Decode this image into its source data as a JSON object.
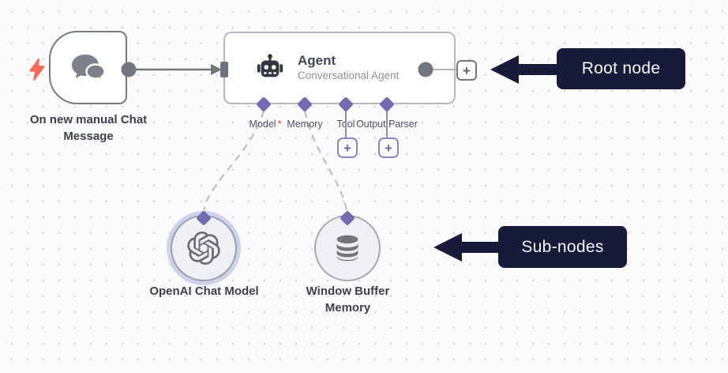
{
  "workflow": {
    "trigger_node": {
      "name": "On new manual Chat Message"
    },
    "agent_node": {
      "title": "Agent",
      "subtitle": "Conversational Agent",
      "required_mark": "*",
      "ports": [
        {
          "label": "Model",
          "required": true
        },
        {
          "label": "Memory",
          "required": false
        },
        {
          "label": "Tool",
          "required": false
        },
        {
          "label": "Output Parser",
          "required": false
        }
      ]
    },
    "sub_nodes": [
      {
        "name": "OpenAI Chat Model"
      },
      {
        "name": "Window Buffer Memory"
      }
    ],
    "add_button_label": "+"
  },
  "annotations": {
    "root_node_label": "Root node",
    "sub_nodes_label": "Sub-nodes"
  },
  "colors": {
    "canvas_bg": "#fbfbfd",
    "canvas_dot": "#d8d8e0",
    "annotation_bg": "#171a38",
    "connector_purple": "#6f6cb2",
    "edge_gray": "#72767f",
    "node_border_light": "#b5b8c2",
    "trigger_bolt": "#ff6d5a",
    "required_asterisk": "#e4554a",
    "selection_halo": "#cdd3ed"
  }
}
